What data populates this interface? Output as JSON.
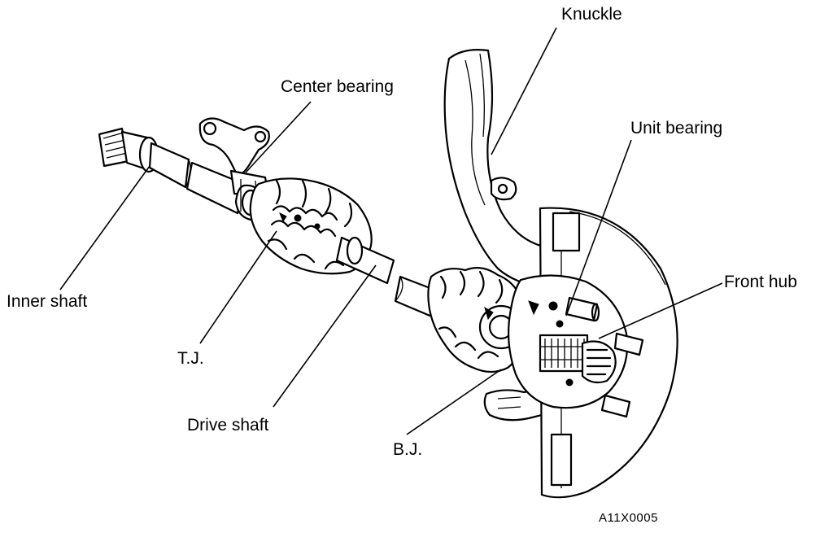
{
  "labels": {
    "knuckle": "Knuckle",
    "center_bearing": "Center bearing",
    "unit_bearing": "Unit bearing",
    "front_hub": "Front hub",
    "inner_shaft": "Inner shaft",
    "tj": "T.J.",
    "drive_shaft": "Drive shaft",
    "bj": "B.J."
  },
  "figure_code": "A11X0005"
}
